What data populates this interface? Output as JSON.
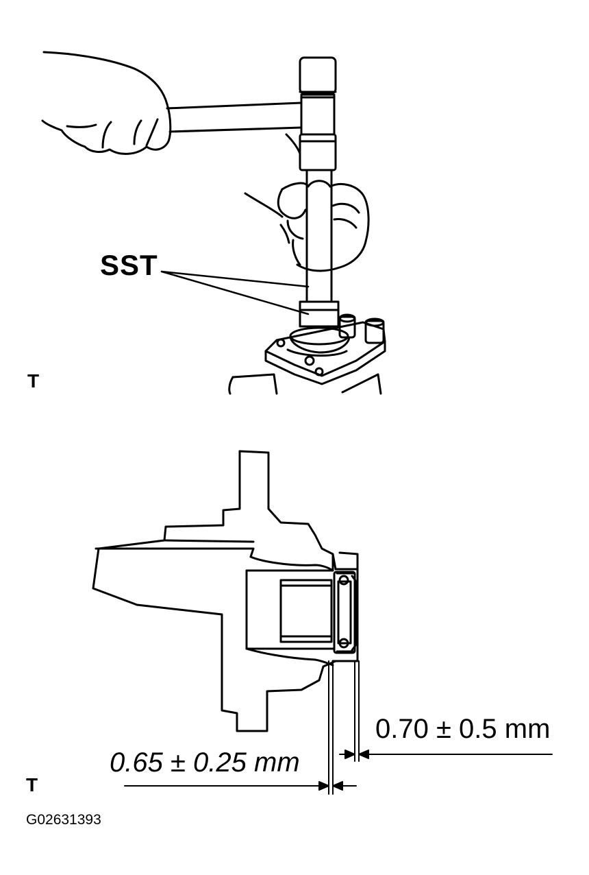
{
  "labels": {
    "sst": "SST",
    "step_marker_top": "T",
    "step_marker_bottom": "T",
    "dim_outer": "0.70 ± 0.5 mm",
    "dim_inner": "0.65 ± 0.25 mm",
    "figure_code": "G02631393"
  },
  "colors": {
    "line": "#000000",
    "background": "#ffffff"
  }
}
